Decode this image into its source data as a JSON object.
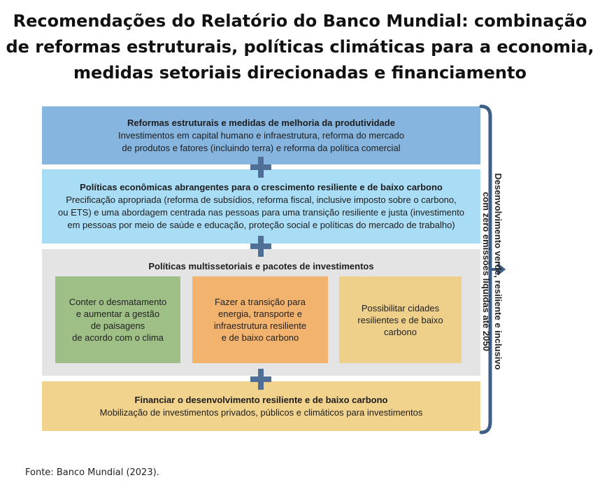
{
  "title": {
    "line1": "Recomendações do Relatório do Banco Mundial: combinação",
    "line2": "de reformas estruturais, políticas climáticas para a economia,",
    "line3": "medidas setoriais direcionadas e financiamento"
  },
  "bands": [
    {
      "heading": "Reformas estruturais e medidas de melhoria da produtividade",
      "lines": [
        "Investimentos em capital humano e infraestrutura, reforma do mercado",
        "de produtos e fatores (incluindo terra) e reforma da política comercial"
      ]
    },
    {
      "heading": "Políticas econômicas abrangentes para o crescimento resiliente e de baixo carbono",
      "lines": [
        "Precificação apropriada (reforma de subsídios, reforma fiscal, inclusive imposto sobre o carbono,",
        "ou ETS) e uma abordagem centrada nas pessoas para uma transição resiliente e justa (investimento",
        "em pessoas por meio de saúde e educação, proteção social e políticas do mercado de trabalho)"
      ]
    },
    {
      "heading": "Políticas multissetoriais e pacotes de investimentos",
      "boxes": [
        {
          "lines": [
            "Conter o desmatamento",
            "e aumentar a gestão",
            "de paisagens",
            "de acordo com o clima"
          ]
        },
        {
          "lines": [
            "Fazer a transição para",
            "energia, transporte e",
            "infraestrutura resiliente",
            "e de baixo carbono"
          ]
        },
        {
          "lines": [
            "Possibilitar cidades",
            "resilientes e de baixo",
            "carbono"
          ]
        }
      ]
    },
    {
      "heading": "Financiar o desenvolvimento resiliente e de baixo carbono",
      "lines": [
        "Mobilização de investimentos privados, públicos e climáticos para investimentos"
      ]
    }
  ],
  "outcome": {
    "line1": "Desenvolvimento verde, resiliente e inclusivo",
    "line2": "com zero emissões líquidas até 2050"
  },
  "source": "Fonte: Banco Mundial (2023).",
  "colors": {
    "band1": "#86b5e0",
    "band2": "#a9dcf5",
    "band3": "#e4e4e4",
    "band4": "#f2d38d",
    "box1": "#9ebf86",
    "box2": "#f2b36f",
    "box3": "#efd08b",
    "plus": "#4f6f97",
    "brace": "#3f5f88"
  }
}
